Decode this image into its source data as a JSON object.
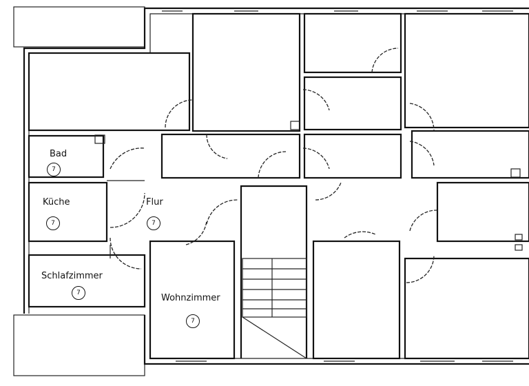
{
  "rooms": [
    {
      "name": "Bad",
      "number": "7"
    },
    {
      "name": "Küche",
      "number": "7"
    },
    {
      "name": "Flur",
      "number": "7"
    },
    {
      "name": "Schlafzimmer",
      "number": "7"
    },
    {
      "name": "Wohnzimmer",
      "number": "7"
    }
  ]
}
